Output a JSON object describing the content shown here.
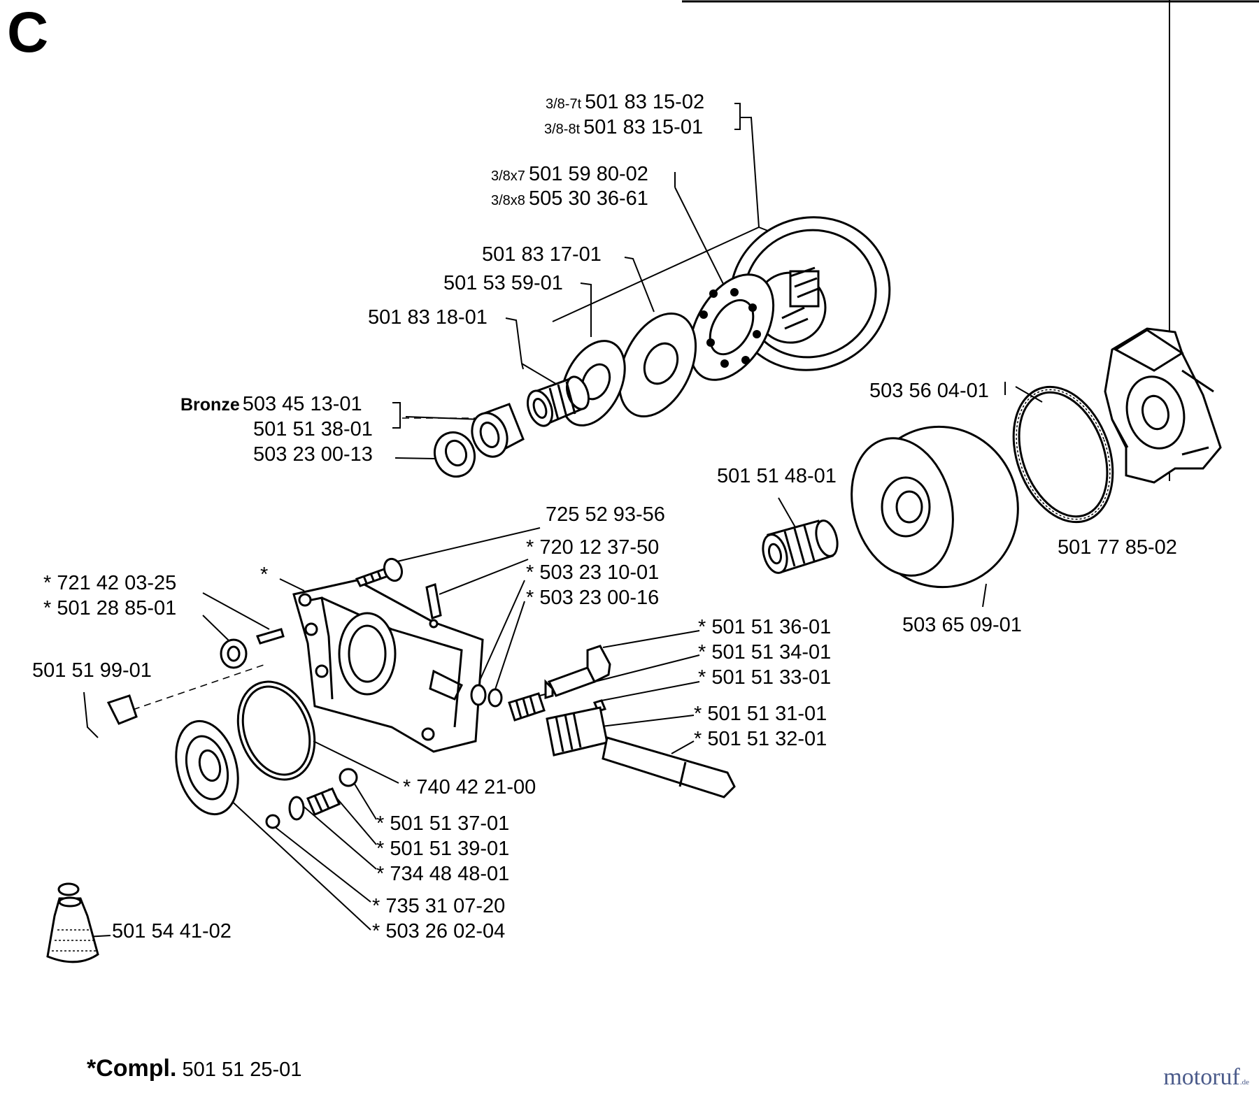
{
  "section_letter": "C",
  "labels": [
    {
      "id": "chain-sprocket-7t",
      "size": "3/8-7t",
      "part": "501 83 15-02"
    },
    {
      "id": "chain-sprocket-8t",
      "size": "3/8-8t",
      "part": "501 83 15-01"
    },
    {
      "id": "rim-sprocket-7",
      "size": "3/8x7",
      "part": "501 59 80-02"
    },
    {
      "id": "rim-sprocket-8",
      "size": "3/8x8",
      "part": "505 30 36-61"
    },
    {
      "id": "washer-large",
      "part": "501 83 17-01"
    },
    {
      "id": "washer-small",
      "part": "501 53 59-01"
    },
    {
      "id": "needle-bearing-drum",
      "part": "501 83 18-01"
    },
    {
      "id": "bronze-bushing",
      "prefix": "Bronze",
      "part": "503 45 13-01"
    },
    {
      "id": "bushing",
      "part": "501 51 38-01"
    },
    {
      "id": "thrust-washer",
      "part": "503 23 00-13"
    },
    {
      "id": "clutch-spring",
      "part": "503 56 04-01"
    },
    {
      "id": "needle-bearing",
      "part": "501 51 48-01"
    },
    {
      "id": "clutch-hub",
      "part": "501 77 85-02"
    },
    {
      "id": "clutch-drum",
      "part": "503 65 09-01"
    },
    {
      "id": "screw-top",
      "part": "725 52 93-56"
    },
    {
      "id": "pin",
      "part": "* 720 12 37-50"
    },
    {
      "id": "washer-a",
      "part": "* 503 23 10-01"
    },
    {
      "id": "washer-b",
      "part": "* 503 23 00-16"
    },
    {
      "id": "pump-piston",
      "part": "* 501 51 36-01"
    },
    {
      "id": "spring-a",
      "part": "* 501 51 34-01"
    },
    {
      "id": "spring-b",
      "part": "* 501 51 33-01"
    },
    {
      "id": "pin-b",
      "part": "* 501 51 31-01"
    },
    {
      "id": "worm-shaft",
      "part": "* 501 51 32-01"
    },
    {
      "id": "housing-screw",
      "part": "* 721 42 03-25"
    },
    {
      "id": "housing-washer",
      "part": "* 501 28 85-01"
    },
    {
      "id": "oil-hose",
      "part": "501 51 99-01"
    },
    {
      "id": "o-ring",
      "part": "* 740 42 21-00"
    },
    {
      "id": "adjust-screw",
      "part": "* 501 51 37-01"
    },
    {
      "id": "adjust-spring",
      "part": "* 501 51 39-01"
    },
    {
      "id": "adjust-seal",
      "part": "* 734 48 48-01"
    },
    {
      "id": "ball",
      "part": "* 735 31 07-20"
    },
    {
      "id": "plug",
      "part": "* 503 26 02-04"
    },
    {
      "id": "oil-filter",
      "part": "501 54 41-02"
    }
  ],
  "housing_star": "*",
  "compl": {
    "prefix": "*Compl.",
    "part": "501 51 25-01"
  },
  "watermark": {
    "name": "motoruf",
    "tld": ".de"
  }
}
